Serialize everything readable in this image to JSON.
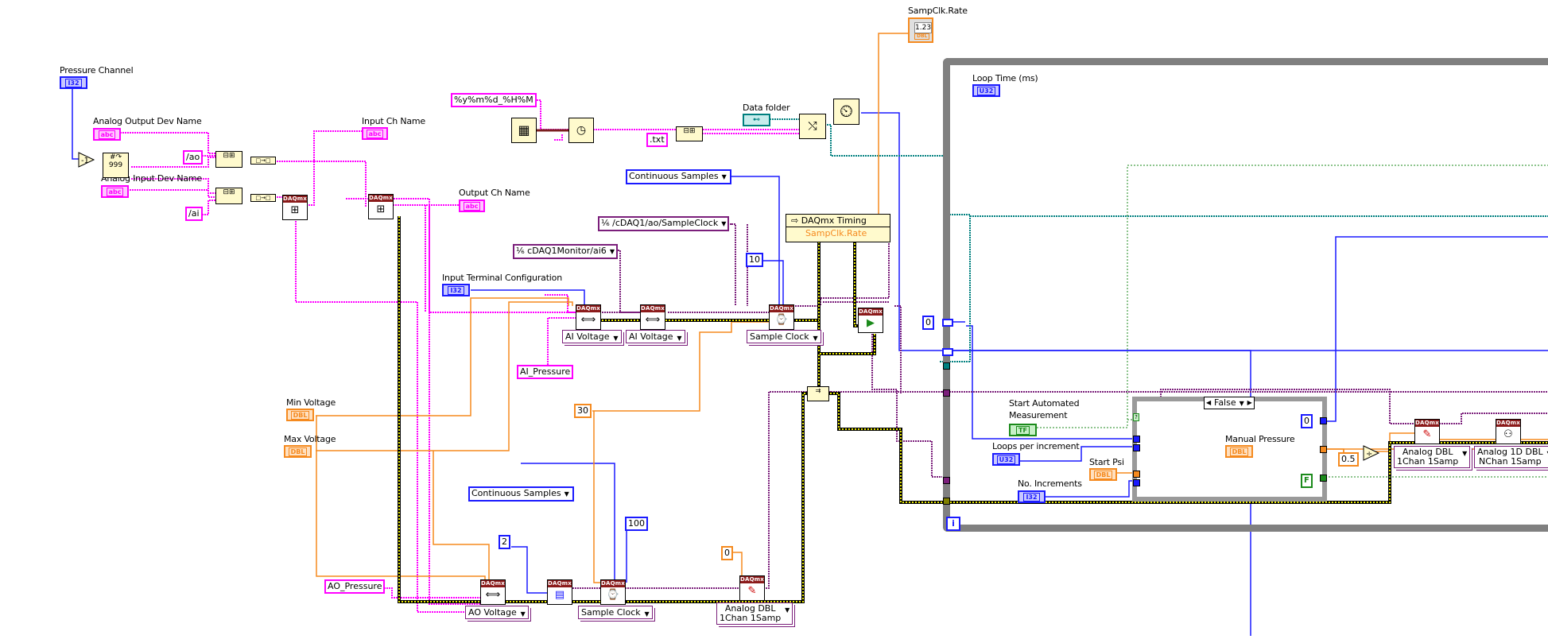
{
  "diagram": {
    "type": "LabVIEW block diagram",
    "labels": {
      "pressure_channel": "Pressure Channel",
      "analog_output_dev": "Analog Output Dev Name",
      "analog_input_dev": "Analog Input Dev Name",
      "input_ch_name": "Input Ch Name",
      "output_ch_name": "Output Ch Name",
      "data_folder": "Data folder",
      "sampclk_rate_indicator": "SampClk.Rate",
      "loop_time": "Loop Time (ms)",
      "input_terminal_config": "Input Terminal Configuration",
      "min_voltage": "Min Voltage",
      "max_voltage": "Max Voltage",
      "start_automated": "Start Automated",
      "start_automated_2": "Measurement",
      "loops_per_increment": "Loops per increment",
      "start_psi": "Start Psi",
      "no_increments": "No. Increments",
      "manual_pressure": "Manual Pressure"
    },
    "terminal_types": {
      "i32": "I32",
      "u32": "U32",
      "dbl": "DBL",
      "str": "abc",
      "bool": "TF",
      "indicator_value": "1.23"
    },
    "constants": {
      "ao_suffix": "/ao",
      "ai_suffix": "/ai",
      "time_format": "%y%m%d_%H%M",
      "txt_ext": ".txt",
      "ai_pressure": "AI_Pressure",
      "ao_pressure": "AO_Pressure",
      "thirty": "30",
      "ten": "10",
      "two": "2",
      "hundred": "100",
      "zero_dbl": "0",
      "zero_loop": "0",
      "zero_case": "0",
      "half": "0.5",
      "false_const": "F",
      "neg_one": "-1"
    },
    "enums": {
      "continuous_samples_top": "Continuous Samples",
      "continuous_samples_bottom": "Continuous Samples"
    },
    "io_constants": {
      "sample_clock_src": "/cDAQ1/ao/SampleClock",
      "monitor_ai": "cDAQ1Monitor/ai6"
    },
    "polymorphic_selectors": {
      "ai_voltage_1": "AI Voltage",
      "ai_voltage_2": "AI Voltage",
      "sample_clock_top": "Sample Clock",
      "ao_voltage": "AO Voltage",
      "sample_clock_bottom": "Sample Clock",
      "write_bottom": [
        "Analog DBL",
        "1Chan 1Samp"
      ],
      "write_loop": [
        "Analog DBL",
        "1Chan 1Samp"
      ],
      "read_loop": [
        "Analog 1D DBL",
        "NChan 1Samp"
      ]
    },
    "property_node": {
      "class": "DAQmx Timing",
      "property": "SampClk.Rate"
    },
    "case_structure": {
      "selector": "False"
    },
    "daqmx_header": "DAQmx",
    "colors": {
      "string_wire": "#ff00ff",
      "int_wire": "#1a1aff",
      "dbl_wire": "#f58a1f",
      "task_wire": "#7b1f7b",
      "error_wire": "#c8c800",
      "path_wire": "#00807f",
      "bool_wire": "#1b8a1b",
      "loop_border": "#808080",
      "daqmx_header": "#8b1a1a"
    }
  }
}
